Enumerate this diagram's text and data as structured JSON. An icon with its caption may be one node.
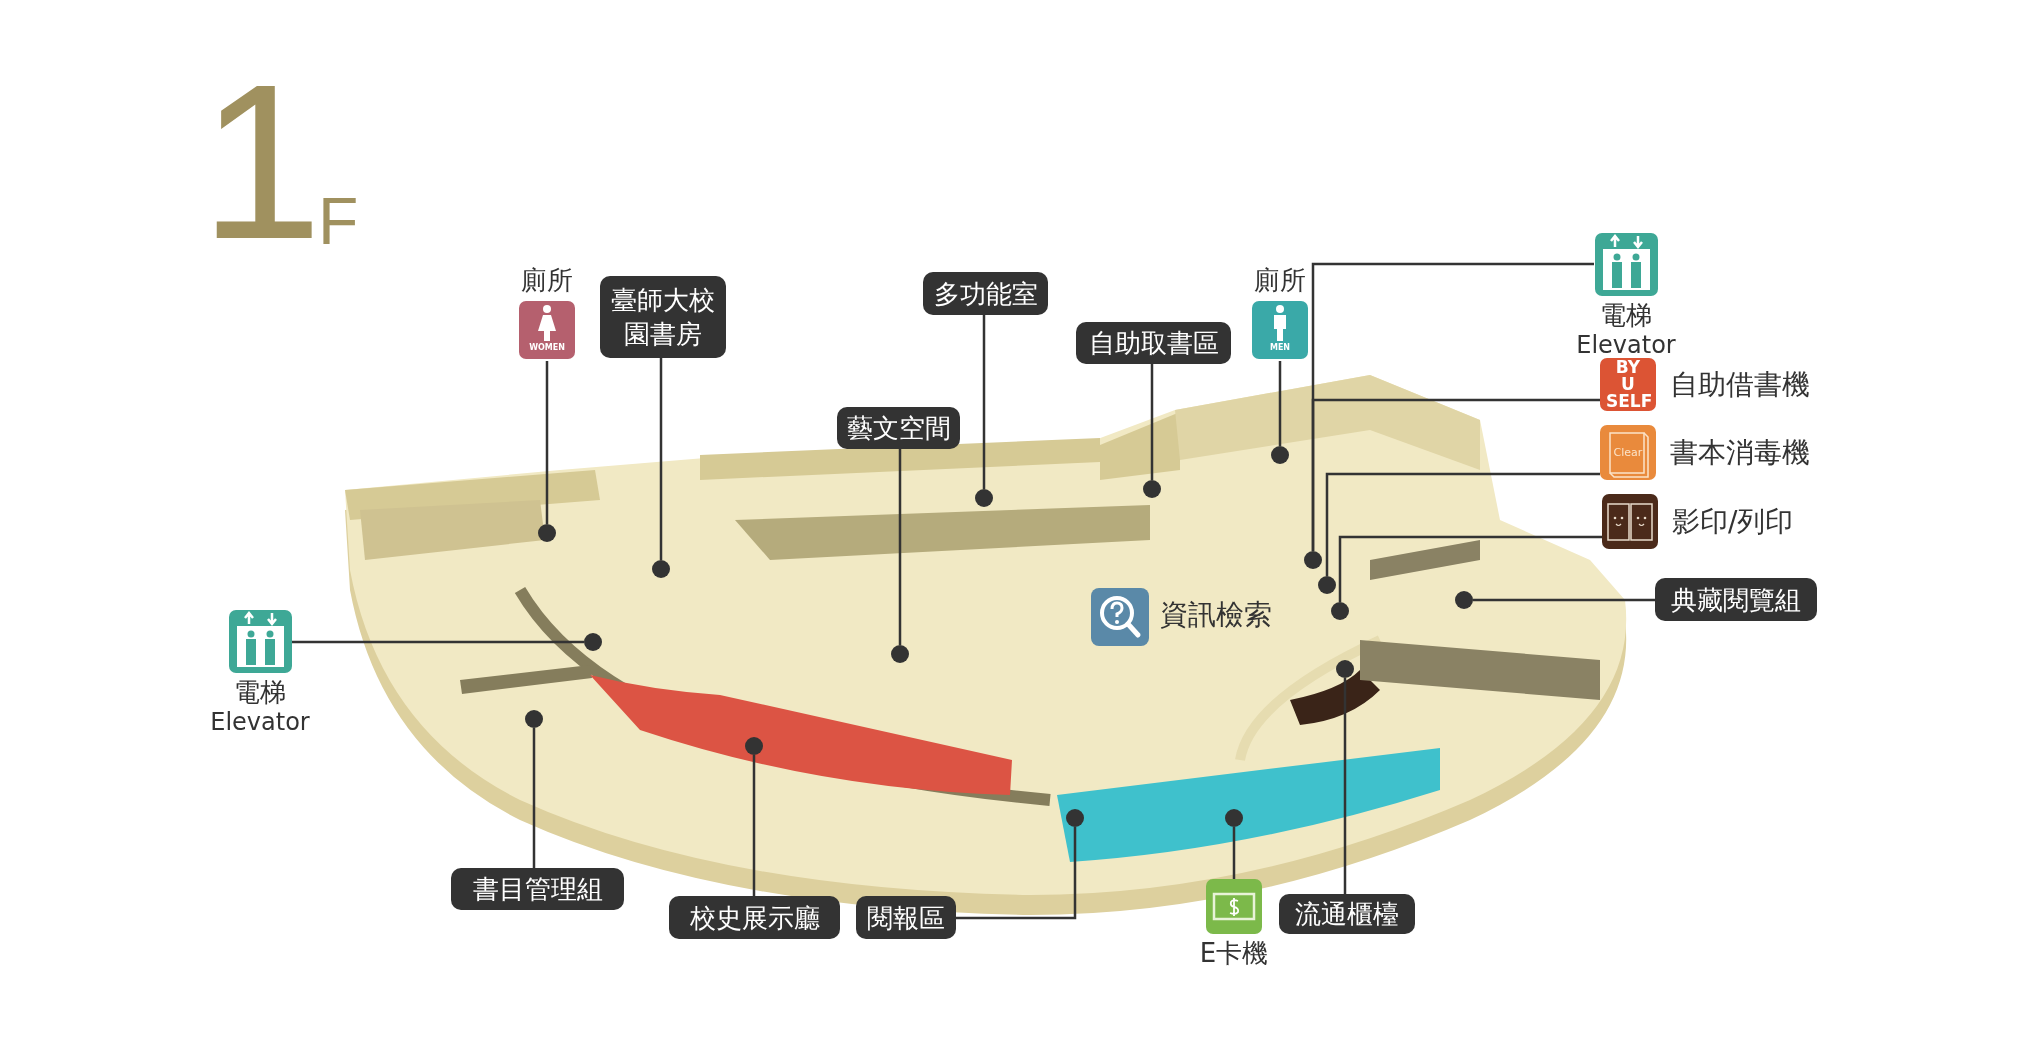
{
  "diagram": {
    "nodes": [
      {
        "text": [
          "廁所",
          "WOMEN"
        ]
      },
      {
        "text": [
          "臺師大校園書房"
        ]
      },
      {
        "text": [
          "多功能室"
        ]
      },
      {
        "text": [
          "自助取書區"
        ]
      },
      {
        "text": [
          "廁所",
          "MEN"
        ]
      },
      {
        "text": [
          "電梯",
          "Elevator"
        ]
      },
      {
        "text": [
          "BY U SELF",
          "自助借書機"
        ]
      },
      {
        "text": [
          "Clear",
          "書本消毒機"
        ]
      },
      {
        "text": [
          "影印/列印"
        ]
      },
      {
        "text": [
          "藝文空間"
        ]
      },
      {
        "text": [
          "典藏閱覽組"
        ]
      },
      {
        "text": [
          "電梯",
          "Elevator"
        ]
      },
      {
        "text": [
          "書目管理組"
        ]
      },
      {
        "text": [
          "校史展示廳"
        ]
      },
      {
        "text": [
          "閱報區"
        ]
      },
      {
        "text": [
          "E卡機"
        ]
      },
      {
        "text": [
          "流通櫃檯"
        ]
      },
      {
        "text": [],
        "shape": "circle"
      },
      {
        "text": [],
        "shape": "circle"
      },
      {
        "text": [],
        "shape": "circle"
      },
      {
        "text": [],
        "shape": "circle"
      },
      {
        "text": [],
        "shape": "circle"
      },
      {
        "text": [],
        "shape": "circle"
      },
      {
        "text": [],
        "shape": "circle"
      },
      {
        "text": [],
        "shape": "circle"
      },
      {
        "text": [],
        "shape": "circle"
      },
      {
        "text": [],
        "shape": "circle"
      },
      {
        "text": [],
        "shape": "circle"
      },
      {
        "text": [],
        "shape": "circle"
      },
      {
        "text": [],
        "shape": "circle"
      },
      {
        "text": [],
        "shape": "circle"
      },
      {
        "text": [],
        "shape": "circle"
      },
      {
        "text": [],
        "shape": "circle"
      }
    ],
    "edges": [
      {
        "from": 0,
        "to": 18,
        "arrow": "none"
      },
      {
        "from": 1,
        "to": 20,
        "arrow": "none"
      },
      {
        "from": 2,
        "to": 23,
        "arrow": "none"
      },
      {
        "from": 3,
        "to": 25,
        "arrow": "none"
      },
      {
        "from": 4,
        "to": 27,
        "arrow": "none"
      },
      {
        "from": 5,
        "to": 28,
        "arrow": "none"
      },
      {
        "from": 6,
        "to": 28,
        "arrow": "none"
      },
      {
        "from": 7,
        "to": 29,
        "arrow": "none"
      },
      {
        "from": 8,
        "to": 30,
        "arrow": "none"
      },
      {
        "from": 9,
        "to": 22,
        "arrow": "none"
      },
      {
        "from": 10,
        "to": 32,
        "arrow": "none"
      },
      {
        "from": 11,
        "to": 19,
        "arrow": "none"
      },
      {
        "from": 12,
        "to": 17,
        "arrow": "none"
      },
      {
        "from": 13,
        "to": 21,
        "arrow": "none"
      },
      {
        "from": 14,
        "to": 24,
        "arrow": "none"
      },
      {
        "from": 15,
        "to": 26,
        "arrow": "none"
      },
      {
        "from": 16,
        "to": 31,
        "arrow": "none"
      }
    ],
    "labels": [
      "1",
      "F",
      "資訊檢索"
    ]
  }
}
